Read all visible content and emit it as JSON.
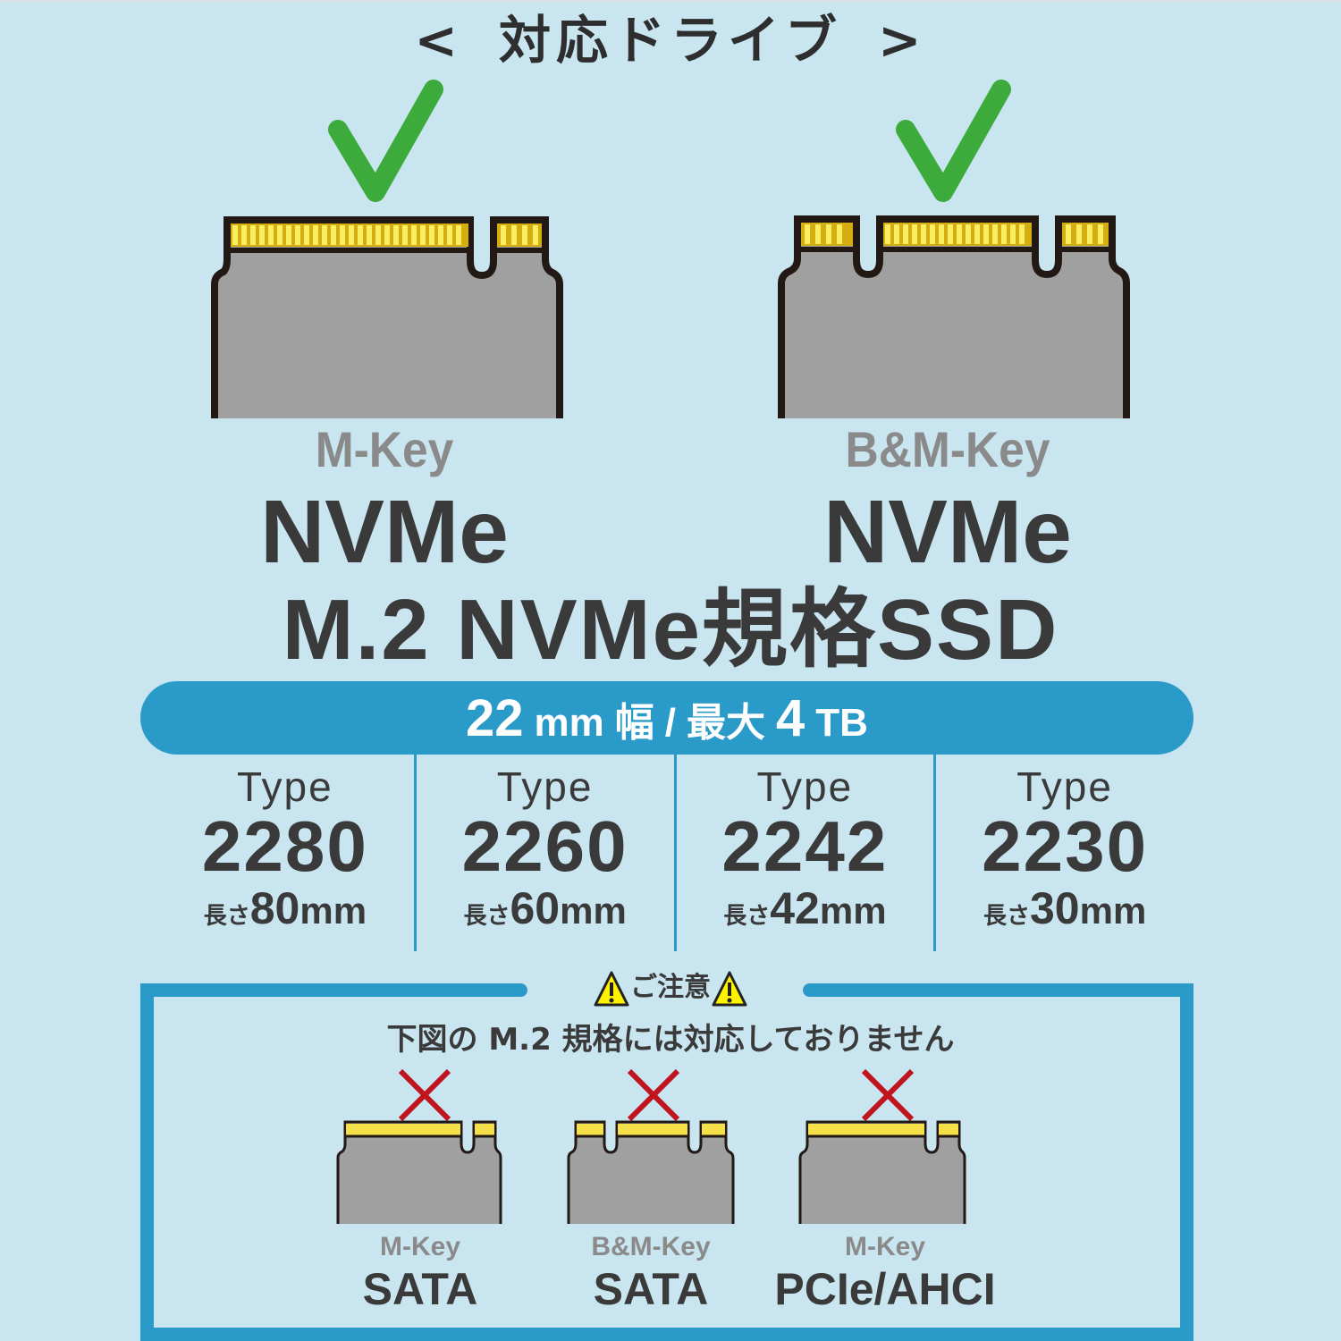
{
  "header": {
    "left_bracket": "<",
    "title": "対応ドライブ",
    "right_bracket": ">"
  },
  "supported": [
    {
      "icon": "check-icon",
      "key": "M-Key",
      "protocol": "NVMe"
    },
    {
      "icon": "check-icon",
      "key": "B&M-Key",
      "protocol": "NVMe"
    }
  ],
  "standard_label": "M.2 NVMe規格SSD",
  "spec_bar": {
    "width_value": "22",
    "width_unit": "mm",
    "width_label": "幅",
    "separator": "/",
    "capacity_label": "最大",
    "capacity_value": "4",
    "capacity_unit": "TB"
  },
  "types": [
    {
      "word": "Type",
      "code": "2280",
      "length_label": "長さ",
      "length_value": "80",
      "length_unit": "mm"
    },
    {
      "word": "Type",
      "code": "2260",
      "length_label": "長さ",
      "length_value": "60",
      "length_unit": "mm"
    },
    {
      "word": "Type",
      "code": "2242",
      "length_label": "長さ",
      "length_value": "42",
      "length_unit": "mm"
    },
    {
      "word": "Type",
      "code": "2230",
      "length_label": "長さ",
      "length_value": "30",
      "length_unit": "mm"
    }
  ],
  "caution": {
    "icon": "warning-icon",
    "title": "ご注意",
    "message": "下図の M.2 規格には対応しておりません"
  },
  "unsupported": [
    {
      "icon": "cross-icon",
      "key": "M-Key",
      "protocol": "SATA"
    },
    {
      "icon": "cross-icon",
      "key": "B&M-Key",
      "protocol": "SATA"
    },
    {
      "icon": "cross-icon",
      "key": "M-Key",
      "protocol": "PCIe/AHCI"
    }
  ],
  "colors": {
    "background": "#c9e5f0",
    "accent_blue": "#2a9ac8",
    "check_green": "#3cab3c",
    "cross_red": "#c0141e",
    "gold_contacts": "#f5e04a",
    "ssd_gray": "#a0a0a0",
    "text_dark": "#3a3a3a",
    "text_gray": "#8a8a8a"
  }
}
